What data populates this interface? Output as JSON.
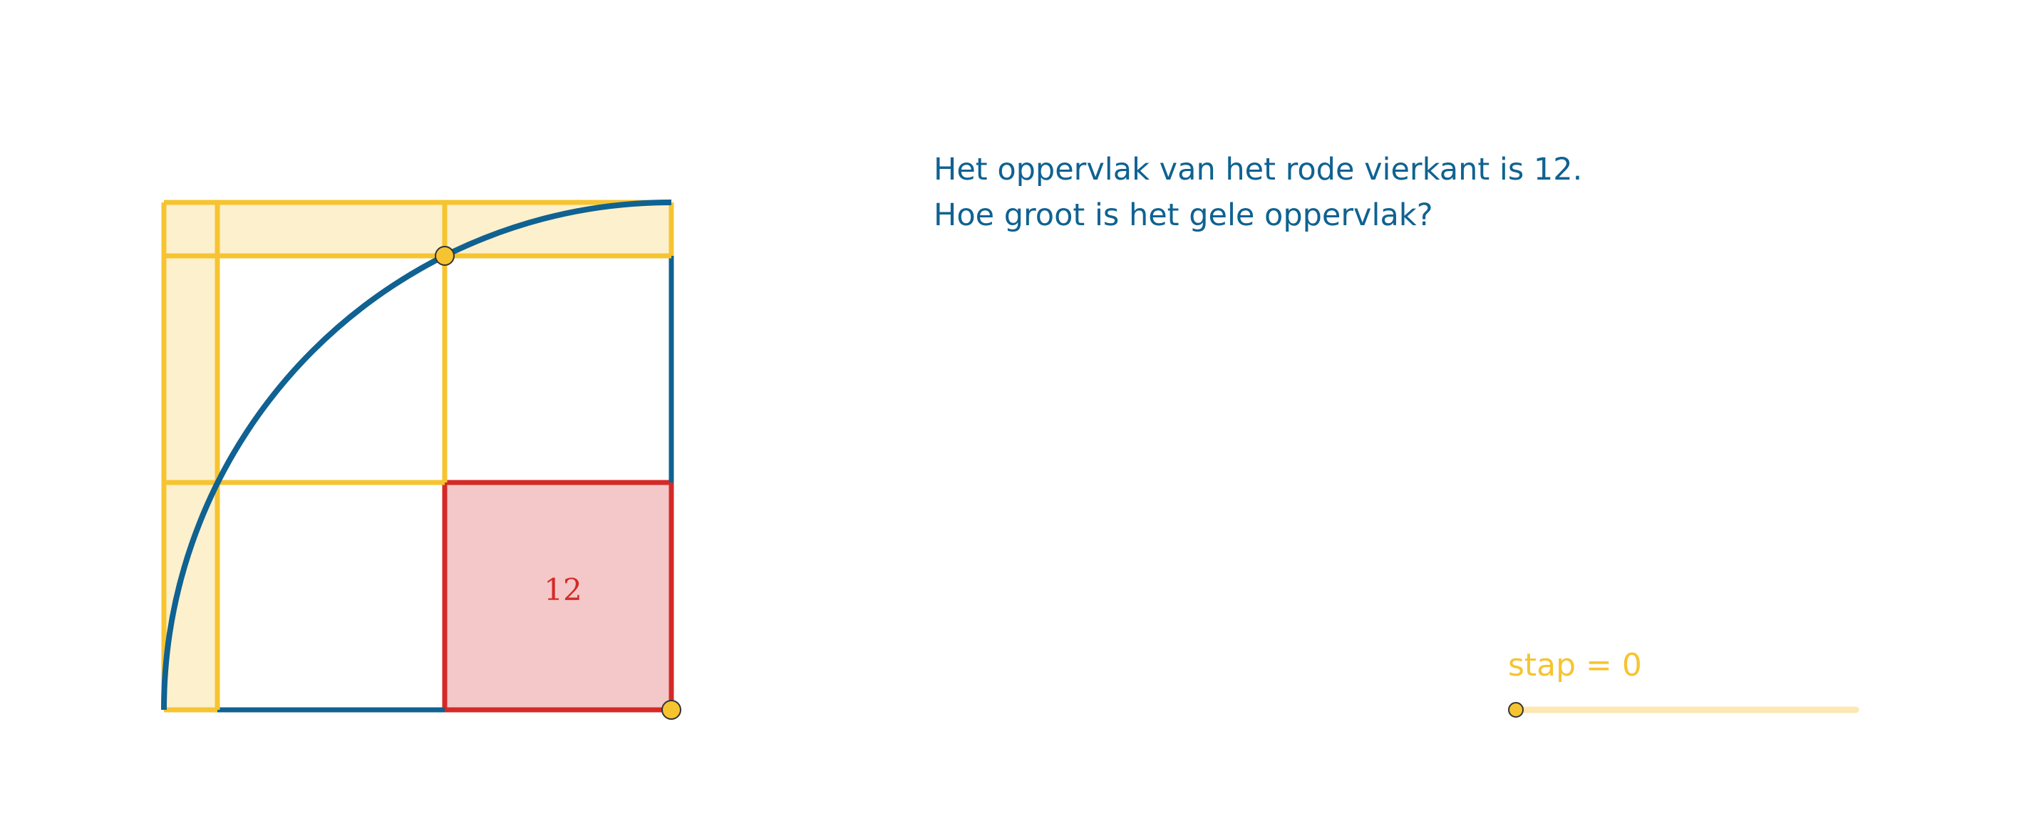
{
  "question": {
    "line1": "Het oppervlak van het rode vierkant is 12.",
    "line2": "Hoe groot is het gele oppervlak?"
  },
  "figure": {
    "red_square_label": "12"
  },
  "slider": {
    "label": "stap = 0",
    "value": 0
  },
  "colors": {
    "yellow": "#f6c431",
    "yellow_fill": "#fdf0cc",
    "blue": "#0f6291",
    "red": "#d42a27",
    "red_fill": "#f4c8c8",
    "slider_track": "#fde7b3"
  }
}
